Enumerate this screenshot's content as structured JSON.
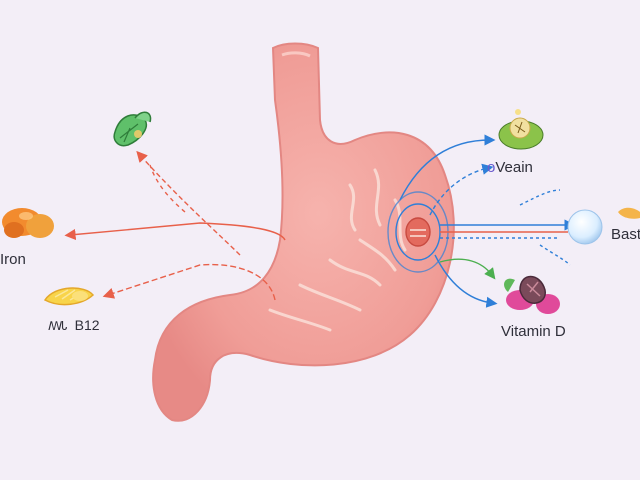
{
  "labels": {
    "iron": "Iron",
    "b12_prefix": "ꟿᏓ",
    "b12": "B12",
    "overain_prefix": "o",
    "overain": "Veain",
    "vitamin_d": "Vitamin D",
    "bast": "Bast"
  },
  "colors": {
    "background": "#f3eef7",
    "stomach": "#f3a5a0",
    "stomach_shade": "#e8837e",
    "arrow_red": "#e8604a",
    "arrow_blue": "#2f7fd8",
    "arrow_green": "#4caf50"
  },
  "icons": [
    "orange-fruit-icon",
    "lemon-slice-icon",
    "green-leaf-icon",
    "green-plate-icon",
    "fig-icon",
    "sphere-icon",
    "spoon-icon"
  ]
}
